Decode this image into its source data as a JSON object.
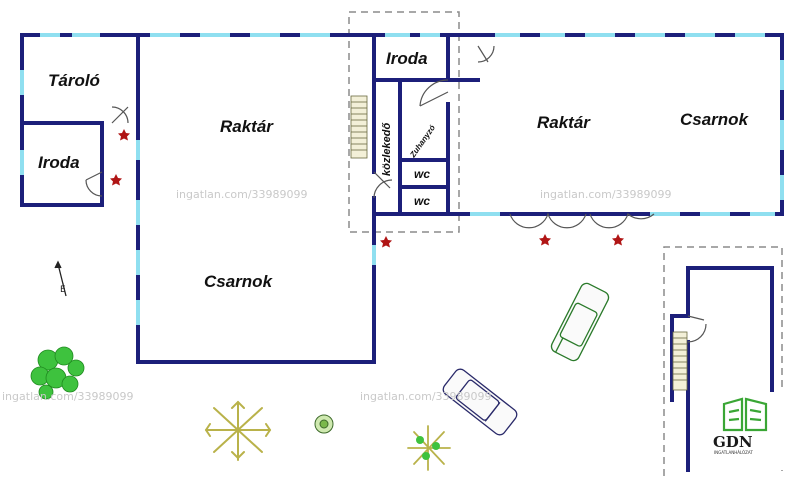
{
  "rooms": {
    "taroló": "Tároló",
    "iroda_left": "Iroda",
    "raktar_left": "Raktár",
    "csarnok_left": "Csarnok",
    "iroda_center": "Iroda",
    "kozlekedo": "közlekedő",
    "zuhanyzo": "Zuhanyzó",
    "wc1": "wc",
    "wc2": "wc",
    "raktar_right": "Raktár",
    "csarnok_right": "Csarnok"
  },
  "watermark": "ingatlan.com/33989099",
  "logo": {
    "name": "GDN",
    "tagline": "INGATLANHÁLÓZAT"
  },
  "colors": {
    "wall": "#1c1f7a",
    "window": "#8fdff0",
    "door_marker": "#b01515",
    "dashed_outline": "#8c8c8c",
    "tree_yellow": "#b9b24a",
    "tree_green": "#3ec23e",
    "logo_green": "#3aa635"
  },
  "icons": [
    "north-arrow-icon",
    "car-icon",
    "tree-icon",
    "entrance-star-icon"
  ]
}
